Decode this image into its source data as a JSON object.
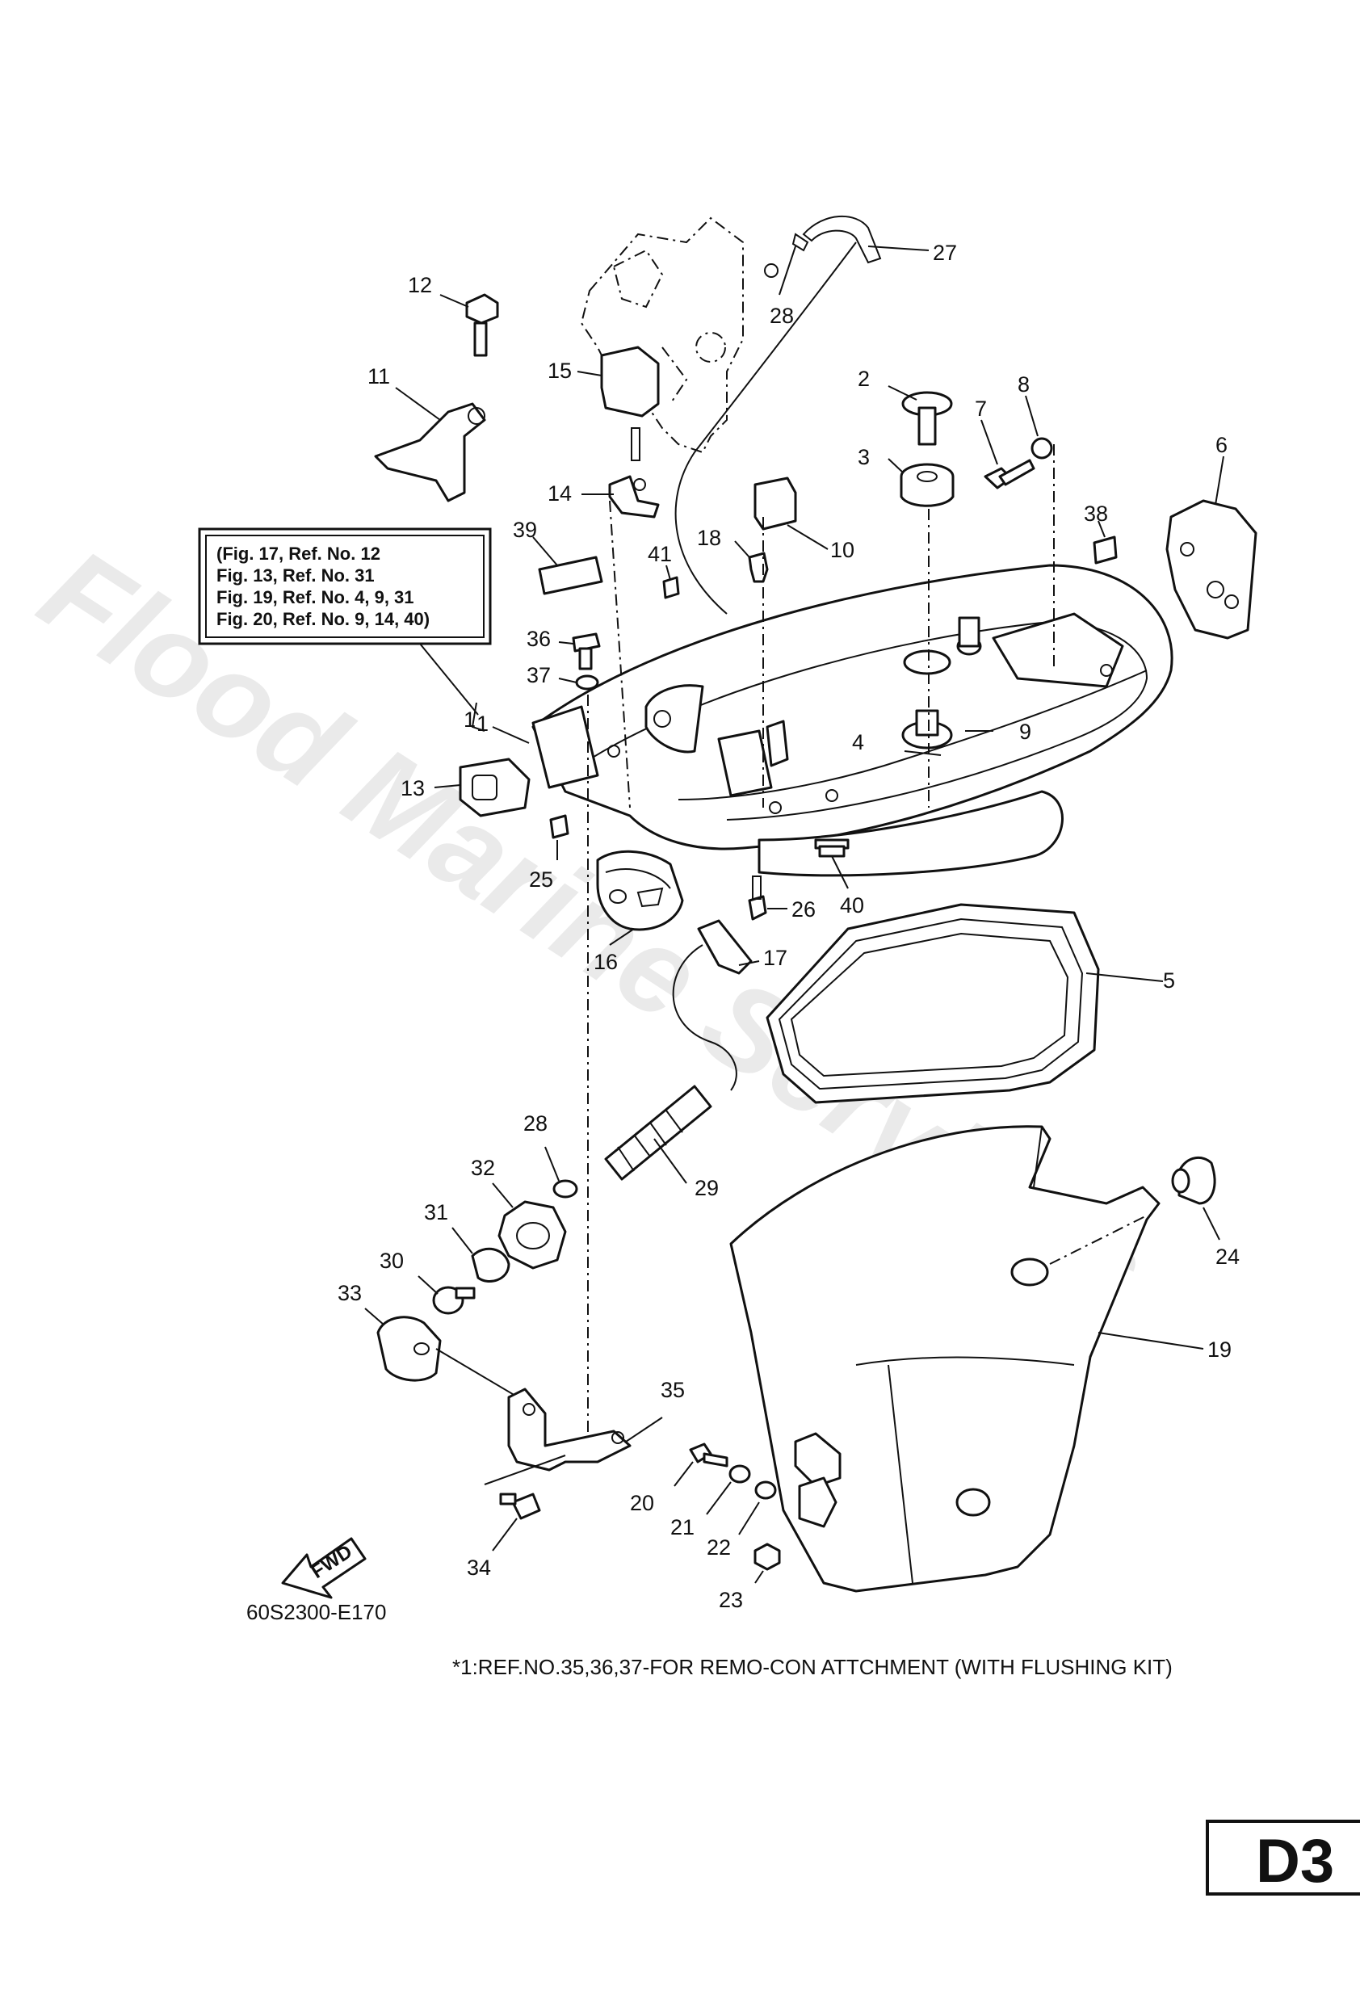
{
  "watermark": "Flood Marine Services",
  "reference_box": [
    "(Fig. 17, Ref. No. 12",
    " Fig. 13, Ref. No. 31",
    " Fig. 19, Ref. No. 4, 9, 31",
    " Fig. 20, Ref. No. 9, 14, 40)"
  ],
  "callouts": {
    "n1": "1",
    "n2": "2",
    "n3": "3",
    "n4": "4",
    "n5": "5",
    "n6": "6",
    "n7": "7",
    "n8": "8",
    "n9": "9",
    "n10": "10",
    "n11": "11",
    "n12": "12",
    "n13": "13",
    "n14": "14",
    "n15": "15",
    "n16": "16",
    "n17": "17",
    "n18": "18",
    "n19": "19",
    "n20": "20",
    "n21": "21",
    "n22": "22",
    "n23": "23",
    "n24": "24",
    "n25": "25",
    "n26": "26",
    "n27": "27",
    "n28a": "28",
    "n28b": "28",
    "n29": "29",
    "n30": "30",
    "n31": "31",
    "n32": "32",
    "n33": "33",
    "n34": "34",
    "n35": "35",
    "n36": "36",
    "n37": "37",
    "n38": "38",
    "n39": "39",
    "n40": "40",
    "n41": "41"
  },
  "fwd_label": "FWD",
  "diagram_code": "60S2300-E170",
  "footnote": "*1:REF.NO.35,36,37-FOR REMO-CON ATTCHMENT (WITH FLUSHING KIT)",
  "page_code": "D3",
  "footnote_marker": "1"
}
